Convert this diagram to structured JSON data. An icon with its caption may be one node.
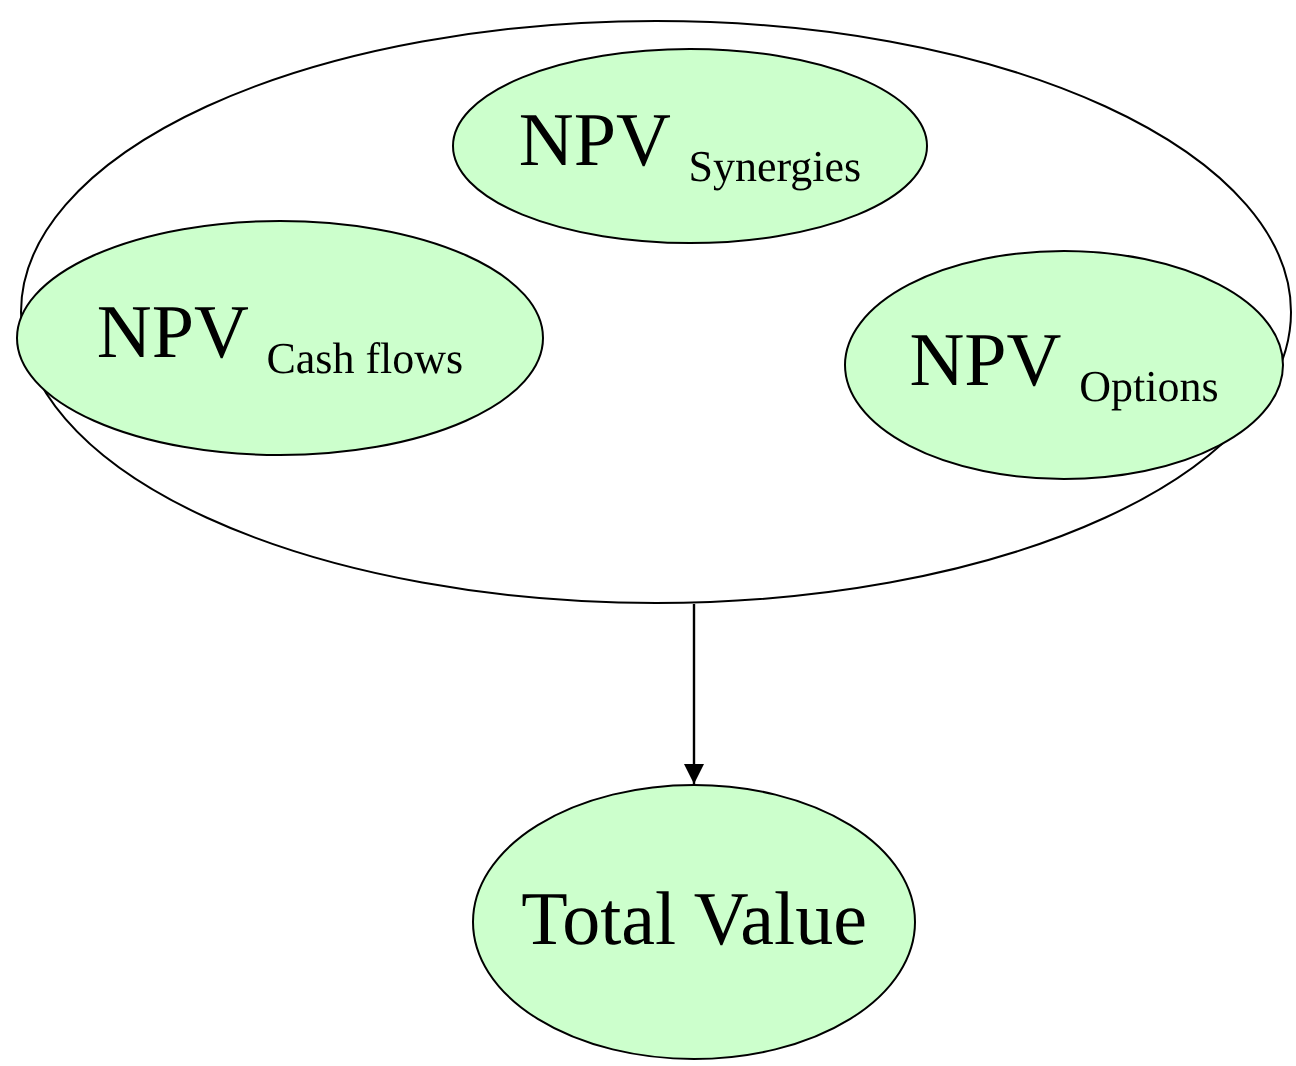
{
  "diagram": {
    "nodes": [
      {
        "text": [],
        "shape": "ellipse"
      },
      {
        "text": [
          "NPV $_{Cash flows}$"
        ],
        "in": 0
      },
      {
        "text": [
          "NPV $_{Synergies}$"
        ],
        "in": 0
      },
      {
        "text": [
          "NPV $_{Options}$"
        ],
        "in": 0
      },
      {
        "text": [
          "Total Value"
        ]
      }
    ],
    "edges": [
      {
        "from": 0,
        "to": 4,
        "arrow": "to"
      }
    ]
  }
}
